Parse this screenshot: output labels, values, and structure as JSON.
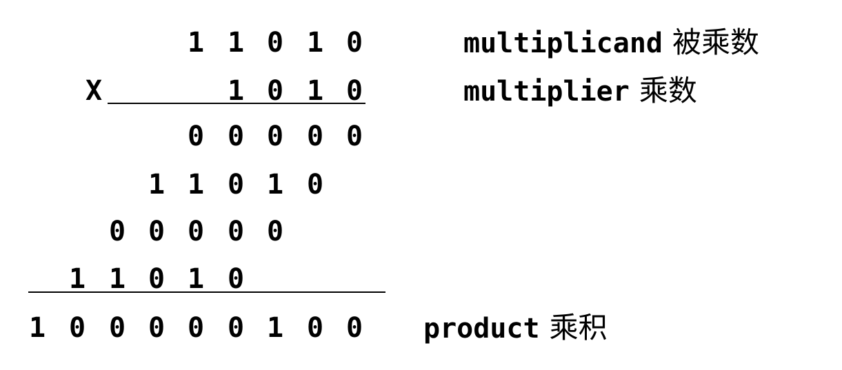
{
  "rows": [
    [
      "1",
      "1",
      "0",
      "1",
      "0"
    ],
    [
      "1",
      "0",
      "1",
      "0"
    ],
    [
      "0",
      "0",
      "0",
      "0",
      "0"
    ],
    [
      "1",
      "1",
      "0",
      "1",
      "0"
    ],
    [
      "0",
      "0",
      "0",
      "0",
      "0"
    ],
    [
      "1",
      "1",
      "0",
      "1",
      "0"
    ],
    [
      "1",
      "0",
      "0",
      "0",
      "0",
      "0",
      "1",
      "0",
      "0"
    ]
  ],
  "operator": "X",
  "labels": {
    "multiplicand_en": "multiplicand",
    "multiplicand_zh": "被乘数",
    "multiplier_en": "multiplier",
    "multiplier_zh": "乘数",
    "product_en": "product",
    "product_zh": "乘积"
  }
}
